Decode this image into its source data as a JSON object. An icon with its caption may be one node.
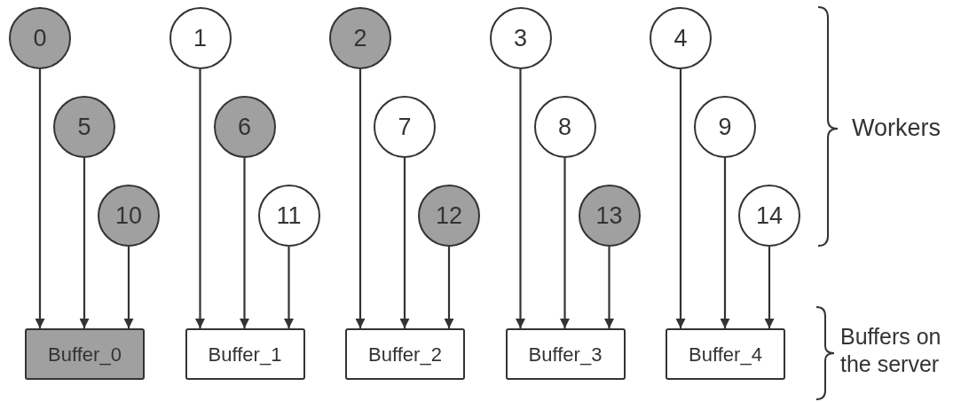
{
  "diagram": {
    "nodes": [
      {
        "text": [
          "0"
        ]
      },
      {
        "text": [
          "1"
        ]
      },
      {
        "text": [
          "2"
        ]
      },
      {
        "text": [
          "3"
        ]
      },
      {
        "text": [
          "4"
        ]
      },
      {
        "text": [
          "5"
        ]
      },
      {
        "text": [
          "6"
        ]
      },
      {
        "text": [
          "7"
        ]
      },
      {
        "text": [
          "8"
        ]
      },
      {
        "text": [
          "9"
        ]
      },
      {
        "text": [
          "10"
        ]
      },
      {
        "text": [
          "11"
        ]
      },
      {
        "text": [
          "12"
        ]
      },
      {
        "text": [
          "13"
        ]
      },
      {
        "text": [
          "14"
        ]
      },
      {
        "text": [
          "Buffer_0"
        ]
      },
      {
        "text": [
          "Buffer_1"
        ]
      },
      {
        "text": [
          "Buffer_2"
        ]
      },
      {
        "text": [
          "Buffer_3"
        ]
      },
      {
        "text": [
          "Buffer_4"
        ]
      }
    ],
    "edges": [
      {
        "from": 0,
        "to": 15,
        "arrow": "to"
      },
      {
        "from": 1,
        "to": 16,
        "arrow": "to"
      },
      {
        "from": 2,
        "to": 17,
        "arrow": "to"
      },
      {
        "from": 3,
        "to": 18,
        "arrow": "to"
      },
      {
        "from": 4,
        "to": 19,
        "arrow": "to"
      },
      {
        "from": 5,
        "to": 15,
        "arrow": "to"
      },
      {
        "from": 6,
        "to": 16,
        "arrow": "to"
      },
      {
        "from": 7,
        "to": 17,
        "arrow": "to"
      },
      {
        "from": 8,
        "to": 18,
        "arrow": "to"
      },
      {
        "from": 9,
        "to": 19,
        "arrow": "to"
      },
      {
        "from": 10,
        "to": 15,
        "arrow": "to"
      },
      {
        "from": 11,
        "to": 16,
        "arrow": "to"
      },
      {
        "from": 12,
        "to": 17,
        "arrow": "to"
      },
      {
        "from": 13,
        "to": 18,
        "arrow": "to"
      },
      {
        "from": 14,
        "to": 19,
        "arrow": "to"
      }
    ],
    "labels": [
      "Workers",
      "Buffers on the server"
    ]
  }
}
